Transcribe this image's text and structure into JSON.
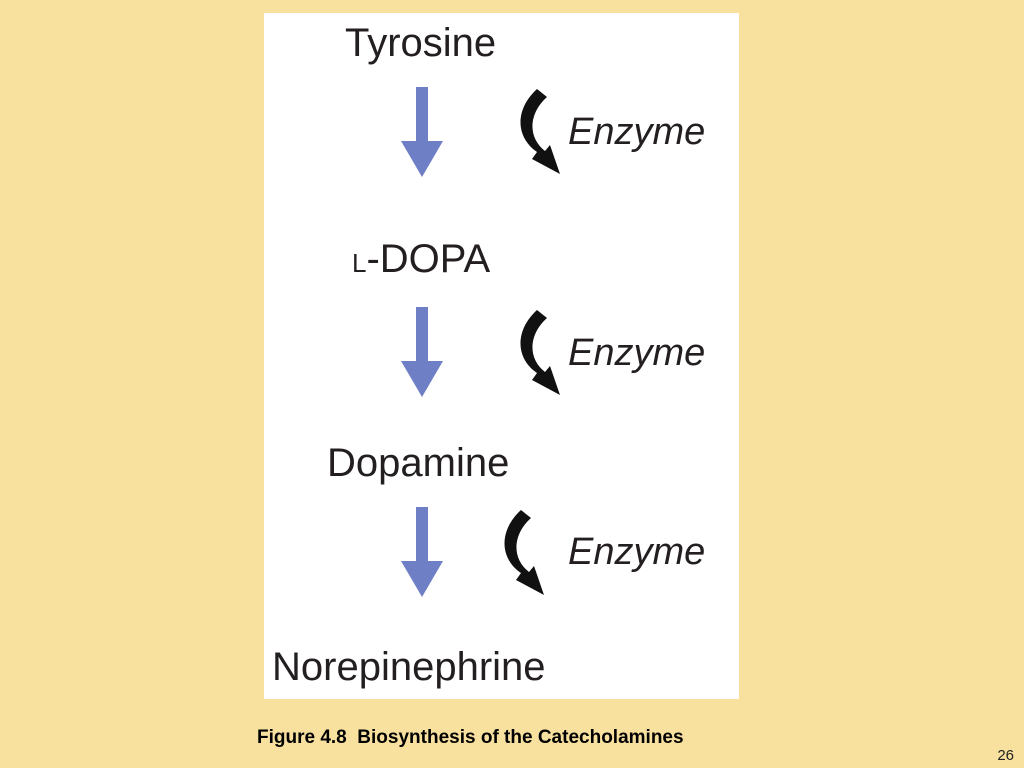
{
  "slide": {
    "background_color": "#f8e19f",
    "page_number": "26"
  },
  "diagram": {
    "compounds": [
      {
        "label": "Tyrosine"
      },
      {
        "prefix": "L",
        "label": "-DOPA"
      },
      {
        "label": "Dopamine"
      },
      {
        "label": "Norepinephrine"
      }
    ],
    "steps": [
      {
        "enzyme_label": "Enzyme"
      },
      {
        "enzyme_label": "Enzyme"
      },
      {
        "enzyme_label": "Enzyme"
      }
    ],
    "colors": {
      "panel": "#ffffff",
      "pathway_arrow": "#6f7fc6",
      "enzyme_arrow": "#111111",
      "text": "#231f20"
    },
    "icons": {
      "pathway_arrow": "down-arrow-icon",
      "enzyme_arrow": "curved-arrow-icon"
    }
  },
  "caption": {
    "text": "Figure 4.8  Biosynthesis of the Catecholamines"
  }
}
